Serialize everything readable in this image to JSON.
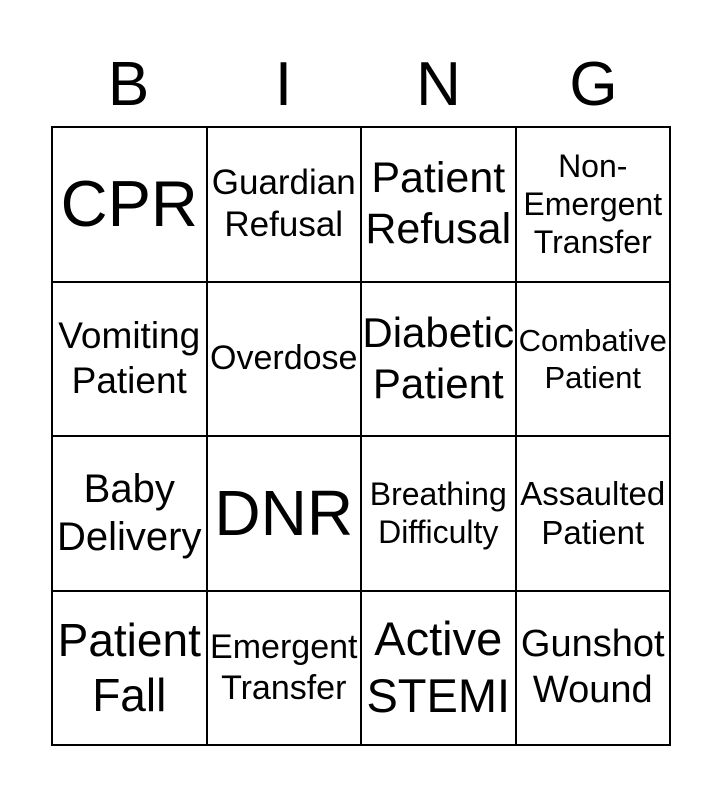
{
  "header": {
    "letters": [
      "B",
      "I",
      "N",
      "G"
    ]
  },
  "grid": {
    "rows": 4,
    "cols": 4,
    "cells": [
      {
        "label": "CPR"
      },
      {
        "label": "Guardian Refusal"
      },
      {
        "label": "Patient Refusal"
      },
      {
        "label": "Non-Emergent Transfer"
      },
      {
        "label": "Vomiting Patient"
      },
      {
        "label": "Overdose"
      },
      {
        "label": "Diabetic Patient"
      },
      {
        "label": "Combative Patient"
      },
      {
        "label": "Baby Delivery"
      },
      {
        "label": "DNR"
      },
      {
        "label": "Breathing Difficulty"
      },
      {
        "label": "Assaulted Patient"
      },
      {
        "label": "Patient Fall"
      },
      {
        "label": "Emergent Transfer"
      },
      {
        "label": "Active STEMI"
      },
      {
        "label": "Gunshot Wound"
      }
    ]
  },
  "colors": {
    "text": "#000000",
    "border": "#000000",
    "background": "#ffffff"
  }
}
